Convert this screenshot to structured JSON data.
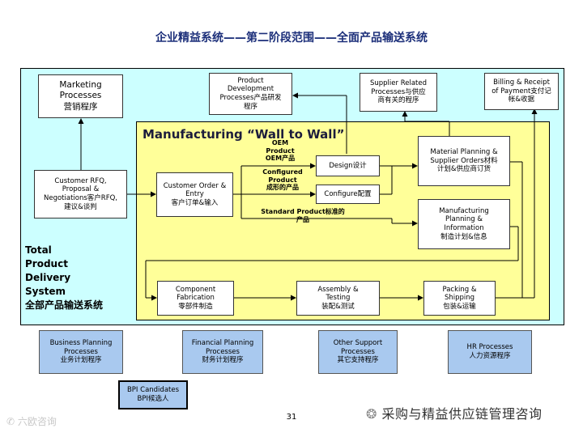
{
  "title": "企业精益系统——第二阶段范围——全面产品输送系统",
  "boxes": {
    "marketing": "Marketing\nProcesses\n营销程序",
    "product_dev": "Product\nDevelopment\nProcesses产品研发\n程序",
    "supplier_related": "Supplier Related\nProcesses与供应\n商有关的程序",
    "billing": "Billing & Receipt\nof Payment支付记\n帐&收据",
    "customer_rfq": "Customer RFQ,\nProposal &\nNegotiations客户RFQ,\n建议&谈判",
    "customer_order": "Customer Order &\nEntry\n客户订单&输入",
    "design": "Design设计",
    "configure": "Configure配置",
    "material_planning": "Material Planning &\nSupplier Orders材料\n计划&供应商订货",
    "mfg_planning": "Manufacturing\nPlanning &\nInformation\n制造计划&信息",
    "component_fab": "Component\nFabrication\n零部件制造",
    "assembly": "Assembly &\nTesting\n装配&测试",
    "packing": "Packing &\nShipping\n包装&运输",
    "business_planning": "Business Planning\nProcesses\n业务计划程序",
    "financial_planning": "Financial Planning\nProcesses\n财务计划程序",
    "other_support": "Other Support\nProcesses\n其它支持程序",
    "hr": "HR  Processes\n人力资源程序",
    "bpi": "BPI Candidates\nBPI候选人"
  },
  "labels": {
    "mfg_title": "Manufacturing “Wall to Wall”",
    "oem": "OEM\nProduct\nOEM产品",
    "configured": "Configured\nProduct\n成形的产品",
    "standard": "Standard Product标准的\n产品",
    "total_system": "Total\nProduct\nDelivery\nSystem\n全部产品输送系统"
  },
  "footer": {
    "page_number": "31",
    "watermark_left": "六欧咨询",
    "watermark_right": "采购与精益供应链管理咨询"
  },
  "colors": {
    "outer_bg": "#ccffff",
    "mfg_bg": "#ffff99",
    "support_bg": "#a9c9ef",
    "title_color": "#1c2f7a"
  }
}
